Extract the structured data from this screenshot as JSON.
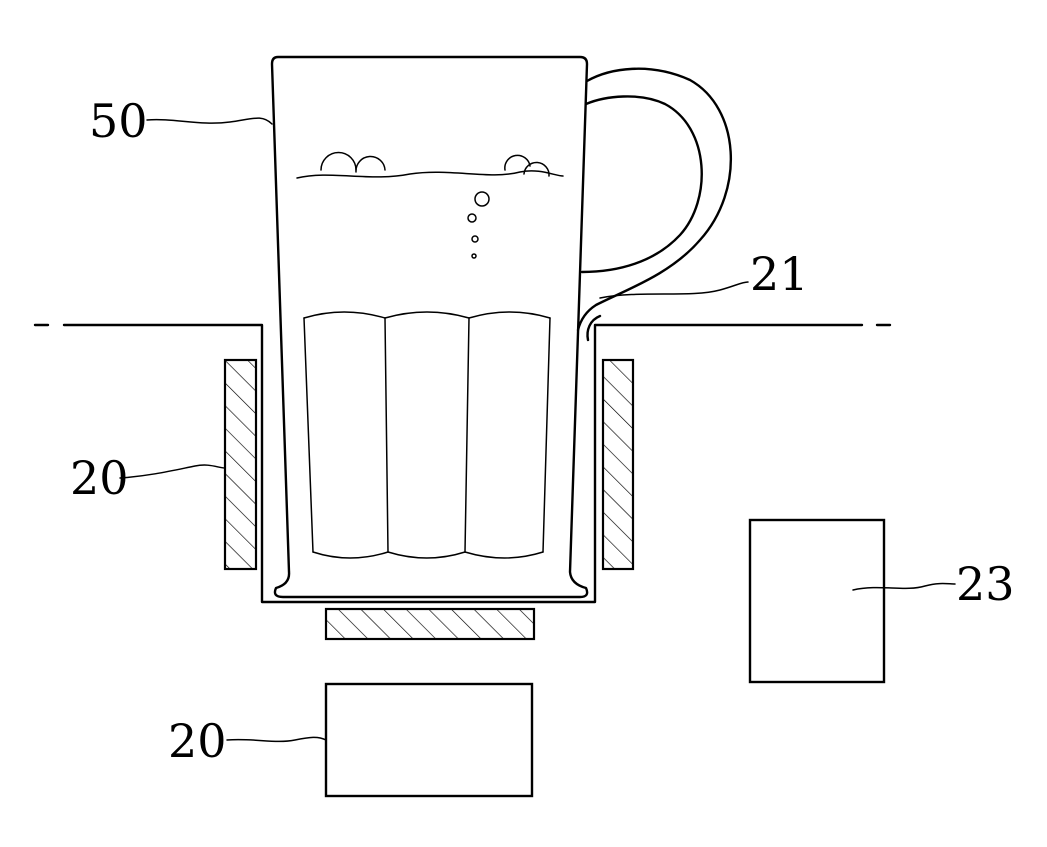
{
  "figure": {
    "colors": {
      "line": "#000000",
      "background": "#ffffff"
    },
    "labels": {
      "mug": "50",
      "heater_side": "20",
      "heater_bottom": "20",
      "sensor": "21",
      "controller": "23"
    }
  }
}
